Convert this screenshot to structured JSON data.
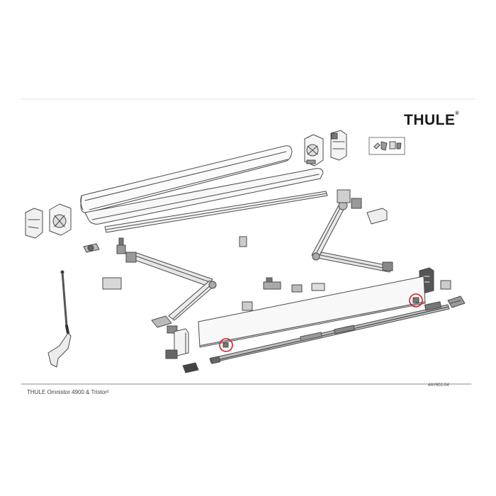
{
  "brand": {
    "logo_text": "THULE",
    "logo_mark": "®"
  },
  "footer": {
    "title": "THULE Omnistor 4900 & Tristor²",
    "code": "4AY602-04"
  },
  "colors": {
    "line": "#4a4a4a",
    "fill": "#f2f2f2",
    "dark": "#6b6b6b",
    "highlight": "#d21f26"
  },
  "highlights": [
    "red-circle-left-clip",
    "red-circle-right-clip"
  ]
}
